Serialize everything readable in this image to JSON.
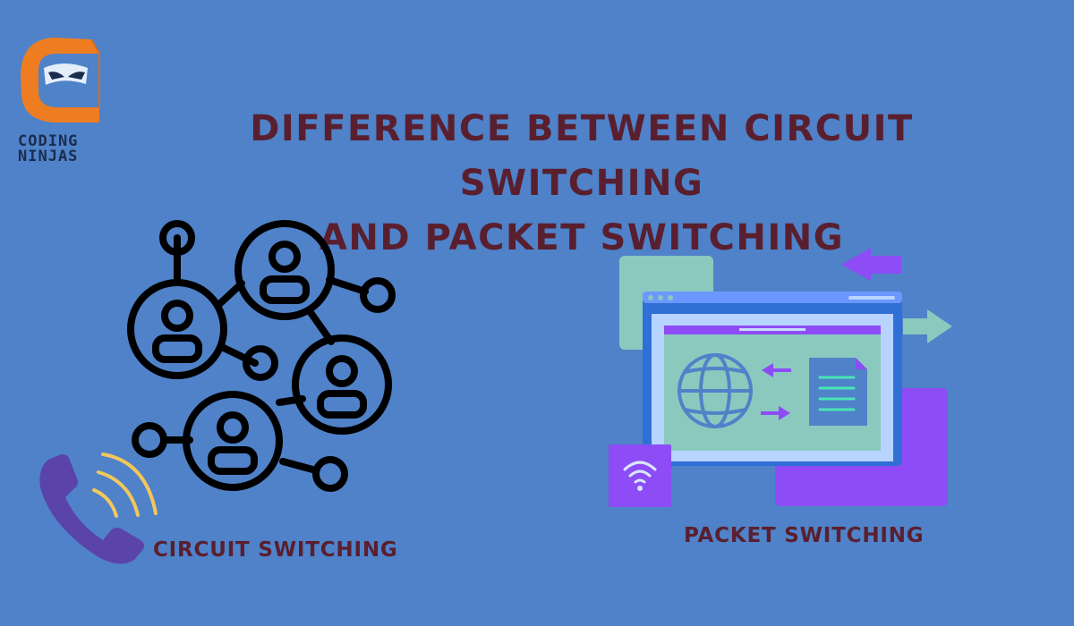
{
  "brand": {
    "logo_line_1": "Coding",
    "logo_line_2": "Ninjas",
    "logo_icon": "ninja-logo-icon",
    "orange": "#ee7d21",
    "dark": "#1b2d4f"
  },
  "header": {
    "title_line_1": "Difference Between Circuit Switching",
    "title_line_2": "and Packet Switching"
  },
  "sections": {
    "circuit": {
      "label": "Circuit Switching",
      "icons": [
        "network-nodes-icon",
        "phone-icon"
      ]
    },
    "packet": {
      "label": "Packet Switching",
      "icons": [
        "globe-icon",
        "document-icon",
        "wifi-icon",
        "arrow-left-icon",
        "arrow-right-icon"
      ]
    }
  },
  "colors": {
    "background": "#4f82c8",
    "title": "#5a1f2f",
    "purple": "#8d4cf5",
    "mint": "#8bc9bf",
    "phone": "#5a43a9",
    "phone_waves": "#f2c75b"
  }
}
